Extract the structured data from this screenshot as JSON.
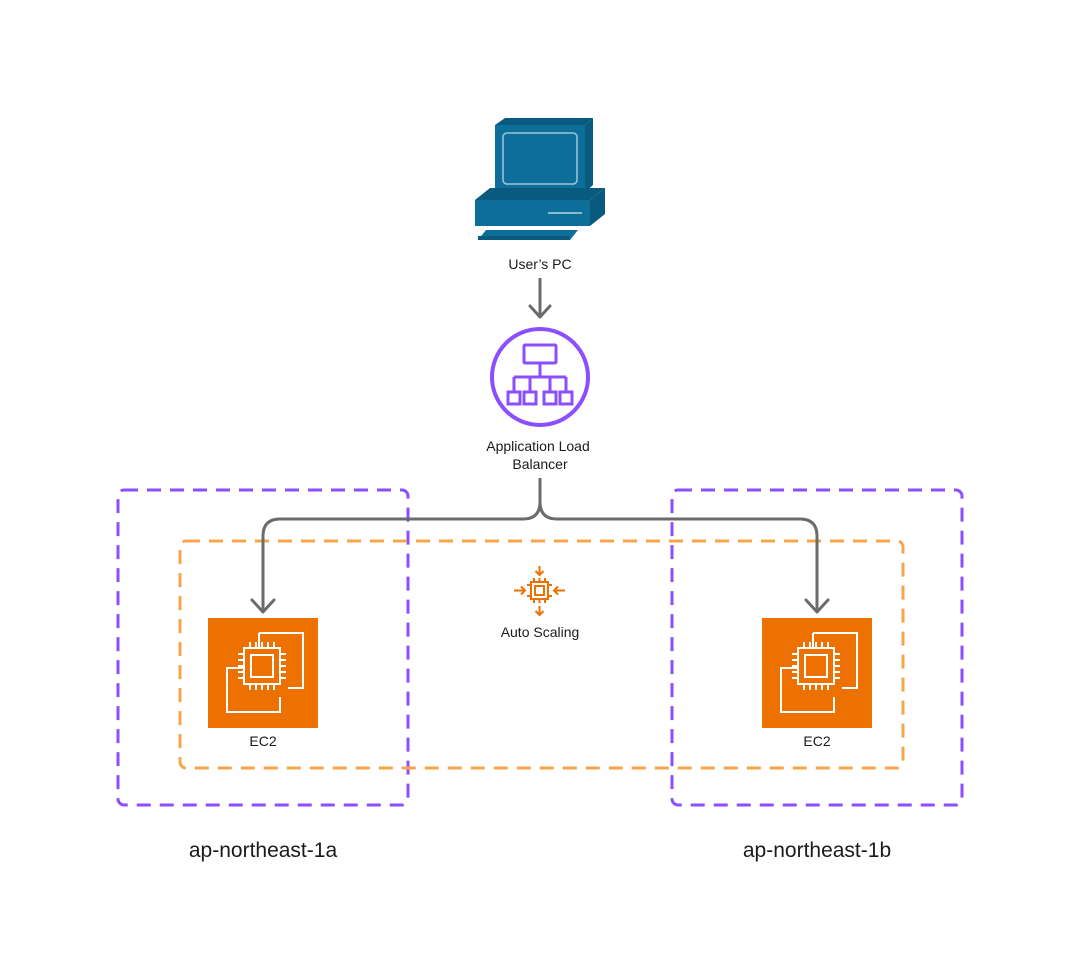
{
  "nodes": {
    "user_pc": {
      "label": "User’s PC",
      "icon": "desktop-computer-icon"
    },
    "alb": {
      "label_line1": "Application Load",
      "label_line2": "Balancer",
      "icon": "load-balancer-icon"
    },
    "auto_scaling": {
      "label": "Auto Scaling",
      "icon": "auto-scaling-icon"
    },
    "ec2_a": {
      "label": "EC2",
      "icon": "ec2-instance-icon"
    },
    "ec2_b": {
      "label": "EC2",
      "icon": "ec2-instance-icon"
    }
  },
  "zones": {
    "az_a": {
      "label": "ap-northeast-1a"
    },
    "az_b": {
      "label": "ap-northeast-1b"
    }
  },
  "colors": {
    "pc": "#0e6e9a",
    "pc_dark": "#0a5a80",
    "alb": "#8c4fff",
    "az_border": "#8c4fff",
    "asg_border": "#f7a54a",
    "auto_scaling_icon": "#ed7100",
    "ec2_fill": "#ed7100",
    "arrow": "#6b6b6b"
  }
}
